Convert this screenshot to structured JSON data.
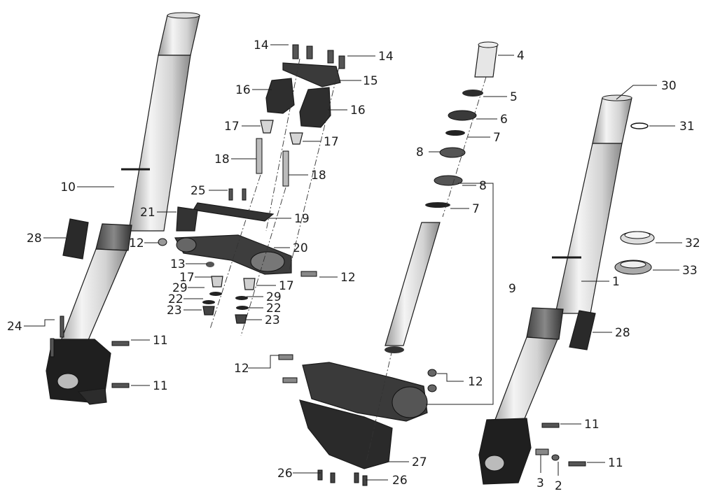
{
  "diagram": {
    "labels": {
      "l1": "1",
      "l2": "2",
      "l3": "3",
      "l4": "4",
      "l5": "5",
      "l6": "6",
      "l7a": "7",
      "l7b": "7",
      "l8a": "8",
      "l8b": "8",
      "l9": "9",
      "l10": "10",
      "l11a": "11",
      "l11b": "11",
      "l11c": "11",
      "l11d": "11",
      "l12a": "12",
      "l12b": "12",
      "l12c": "12",
      "l12d": "12",
      "l13": "13",
      "l14a": "14",
      "l14b": "14",
      "l15": "15",
      "l16a": "16",
      "l16b": "16",
      "l17a": "17",
      "l17b": "17",
      "l17c": "17",
      "l17d": "17",
      "l18a": "18",
      "l18b": "18",
      "l19": "19",
      "l20": "20",
      "l21": "21",
      "l22a": "22",
      "l22b": "22",
      "l23a": "23",
      "l23b": "23",
      "l24": "24",
      "l25": "25",
      "l26a": "26",
      "l26b": "26",
      "l27": "27",
      "l28a": "28",
      "l28b": "28",
      "l29a": "29",
      "l29b": "29",
      "l30": "30",
      "l31": "31",
      "l32": "32",
      "l33": "33"
    },
    "colors": {
      "line": "#1c1c1c",
      "fill_light": "#ececec",
      "fill_mid": "#cfcfcf",
      "fill_dark": "#2b2b2b"
    }
  }
}
